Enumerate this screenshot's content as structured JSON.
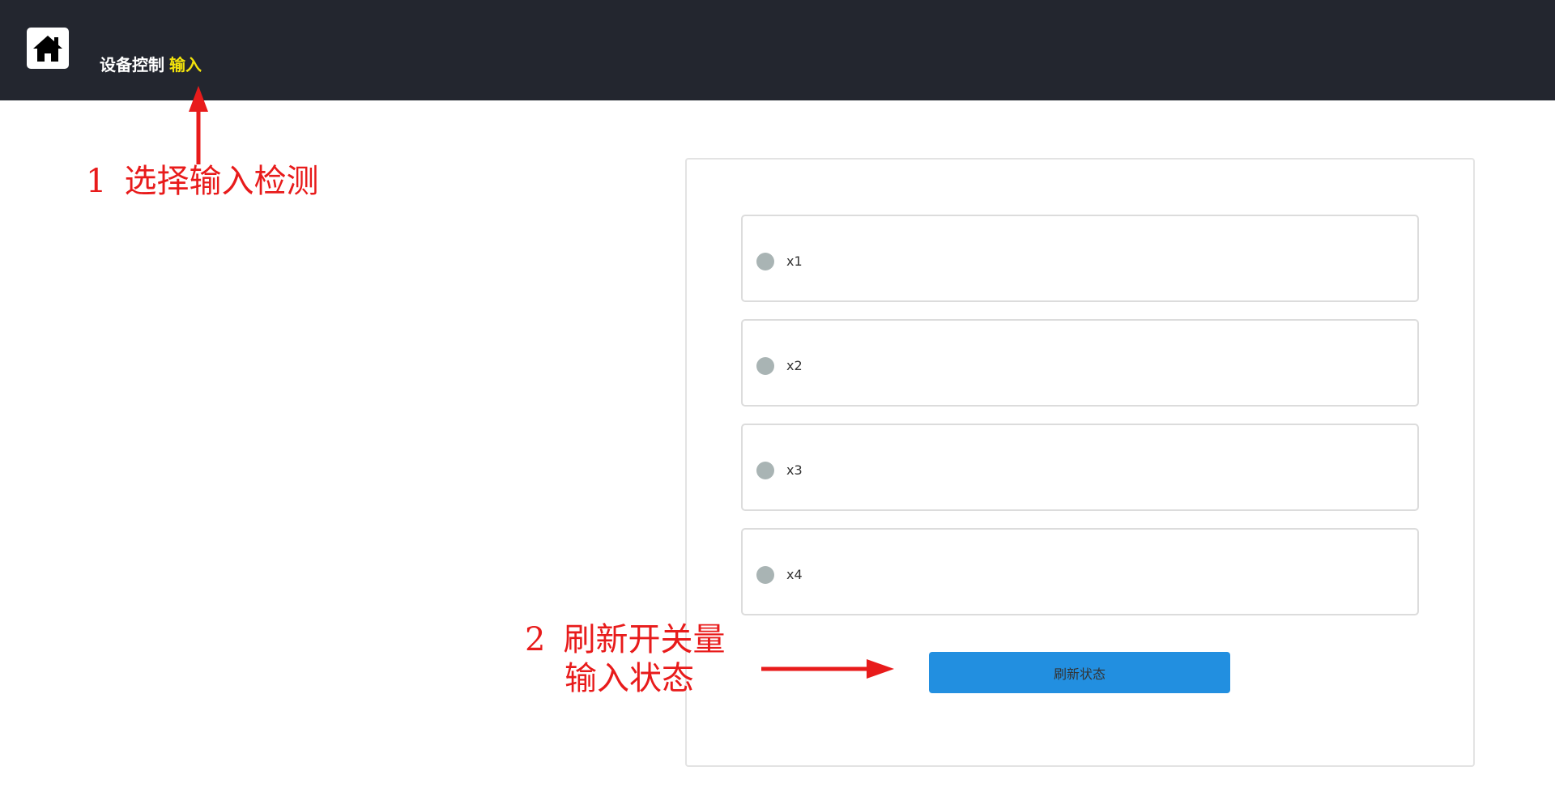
{
  "header": {
    "home_icon": "home-icon",
    "breadcrumb": [
      "设备控制",
      "输入"
    ]
  },
  "inputs": [
    {
      "label": "x1",
      "status_color": "#a9b4b4"
    },
    {
      "label": "x2",
      "status_color": "#a9b4b4"
    },
    {
      "label": "x3",
      "status_color": "#a9b4b4"
    },
    {
      "label": "x4",
      "status_color": "#a9b4b4"
    }
  ],
  "refresh_button": {
    "label": "刷新状态"
  },
  "annotations": {
    "step1": {
      "num": "1",
      "text": "选择输入检测"
    },
    "step2": {
      "num": "2",
      "line1": "刷新开关量",
      "line2": "输入状态"
    },
    "color": "#e81b1b"
  },
  "colors": {
    "topbar": "#23262f",
    "active_nav": "#f2e20c",
    "button": "#228fe0"
  }
}
